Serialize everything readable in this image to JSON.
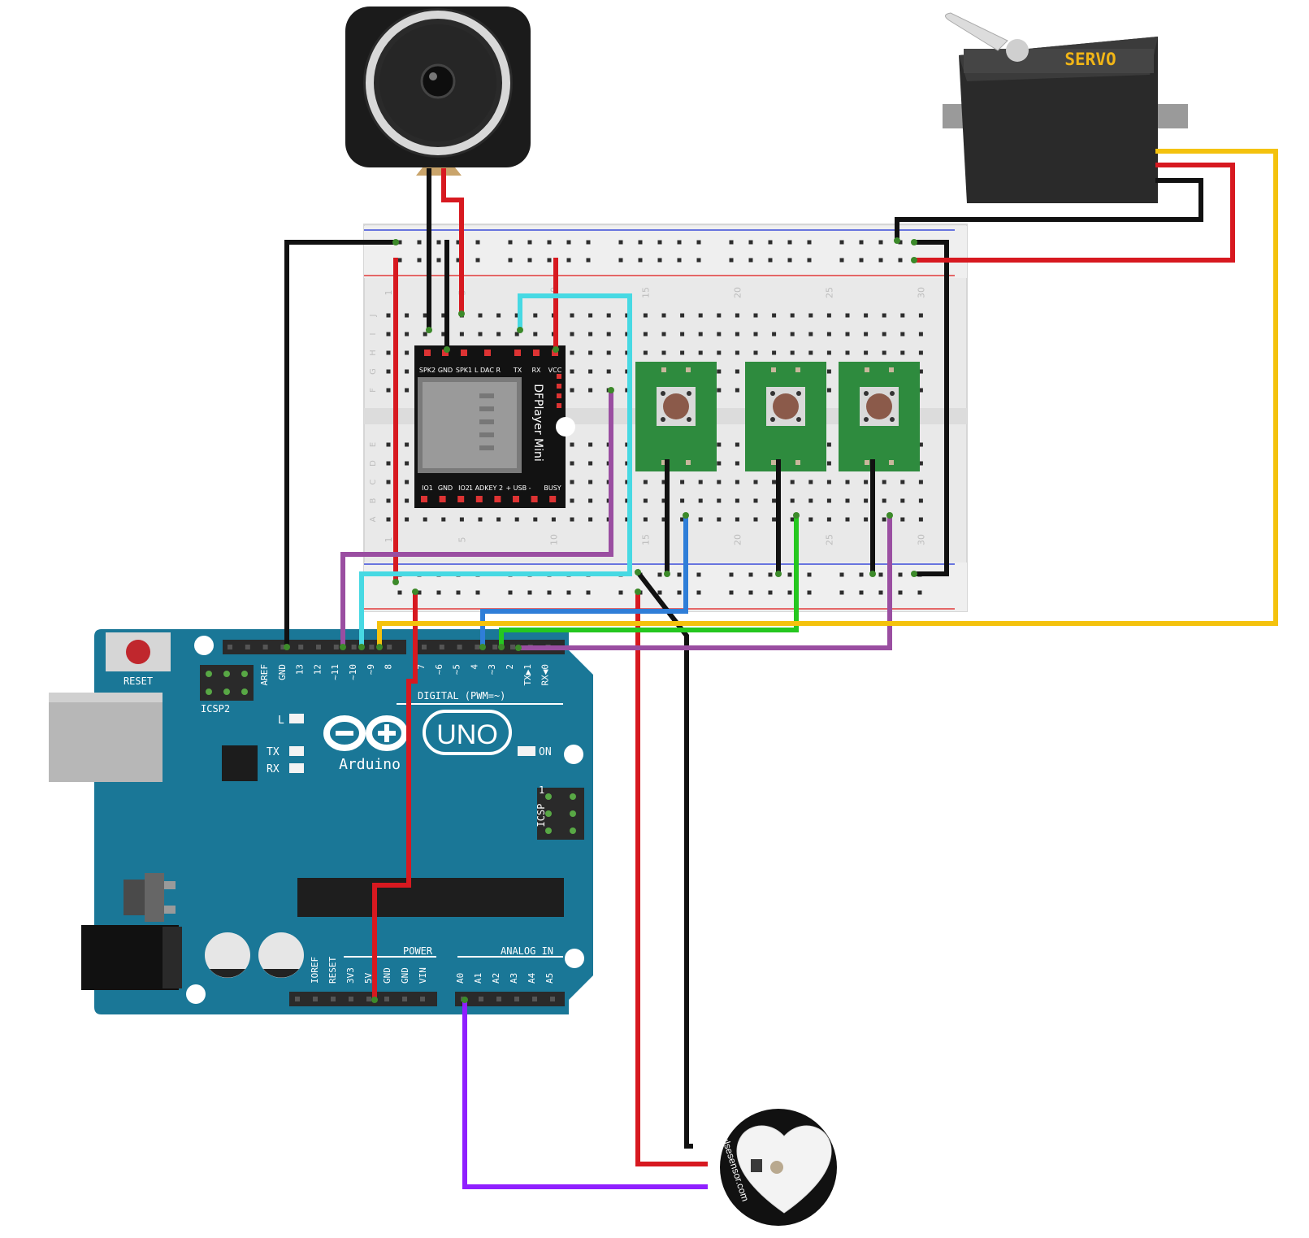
{
  "speaker": {},
  "servo": {
    "label": "SERVO"
  },
  "breadboard": {
    "row_letters_top": [
      "J",
      "I",
      "H",
      "G",
      "F"
    ],
    "row_letters_bottom": [
      "E",
      "D",
      "C",
      "B",
      "A"
    ],
    "column_numbers": [
      "1",
      "5",
      "10",
      "15",
      "20",
      "25",
      "30"
    ]
  },
  "dfplayer": {
    "name": "DFPlayer Mini",
    "top_pins": [
      "SPK2",
      "GND",
      "SPK1",
      "L DAC R",
      "TX",
      "RX",
      "VCC"
    ],
    "bottom_pins": [
      "IO1",
      "GND",
      "IO2",
      "1 ADKEY 2",
      "+ USB -",
      "BUSY"
    ]
  },
  "buttons": [
    {},
    {},
    {}
  ],
  "arduino": {
    "reset_label": "RESET",
    "icsp2_label": "ICSP2",
    "icsp_label": "ICSP",
    "icsp_pin1": "1",
    "digital_label": "DIGITAL (PWM=~)",
    "led_l": "L",
    "led_tx": "TX",
    "led_rx": "RX",
    "on_label": "ON",
    "logo_model": "UNO",
    "logo_brand": "Arduino",
    "power_label": "POWER",
    "analog_label": "ANALOG IN",
    "digital_pins": [
      "AREF",
      "GND",
      "13",
      "12",
      "~11",
      "~10",
      "~9",
      "8",
      "7",
      "~6",
      "~5",
      "4",
      "~3",
      "2",
      "TX▶1",
      "RX◀0"
    ],
    "power_pins": [
      "IOREF",
      "RESET",
      "3V3",
      "5V",
      "GND",
      "GND",
      "VIN"
    ],
    "analog_pins": [
      "A0",
      "A1",
      "A2",
      "A3",
      "A4",
      "A5"
    ]
  },
  "pulse_sensor": {
    "label": "pulsesensor.com"
  },
  "wire_colors": {
    "red": "#d71920",
    "black": "#111111",
    "yellow": "#f4c20d",
    "cyan": "#47d9e3",
    "purple": "#9a4ea1",
    "violet": "#8f1fff",
    "green": "#25c71f",
    "blue": "#2f7ed8"
  },
  "component_colors": {
    "arduino_board": "#1a7797",
    "button_pcb": "#2e8b3e",
    "dfplayer_pcb": "#111111",
    "breadboard": "#eaeaea"
  }
}
